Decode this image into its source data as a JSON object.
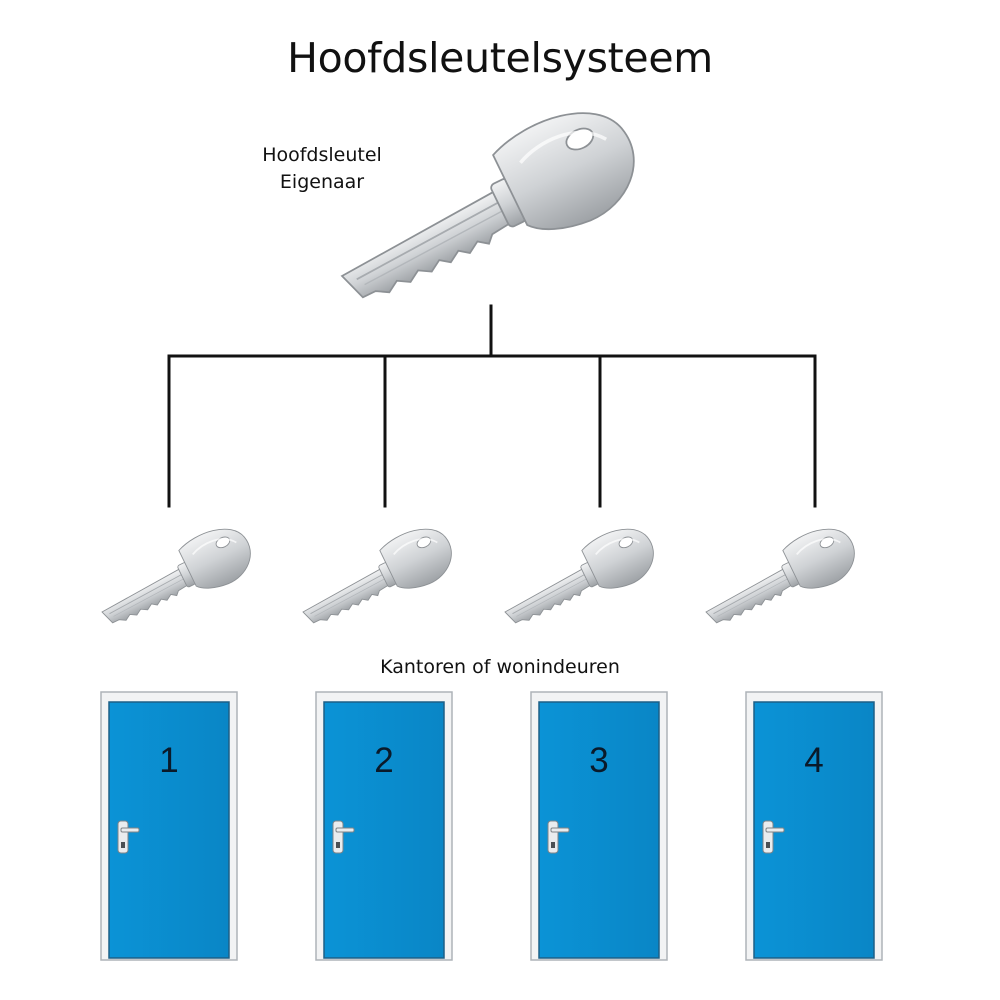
{
  "title": "Hoofdsleutelsysteem",
  "owner_key": {
    "label_line1": "Hoofdsleutel",
    "label_line2": "Eigenaar"
  },
  "doors_caption": "Kantoren of wonindeuren",
  "doors": [
    {
      "number": "1"
    },
    {
      "number": "2"
    },
    {
      "number": "3"
    },
    {
      "number": "4"
    }
  ],
  "colors": {
    "door_blue": "#0a8fd1",
    "frame": "#e6e8ea",
    "key_silver": "#c9cccf",
    "connector": "#111111"
  }
}
